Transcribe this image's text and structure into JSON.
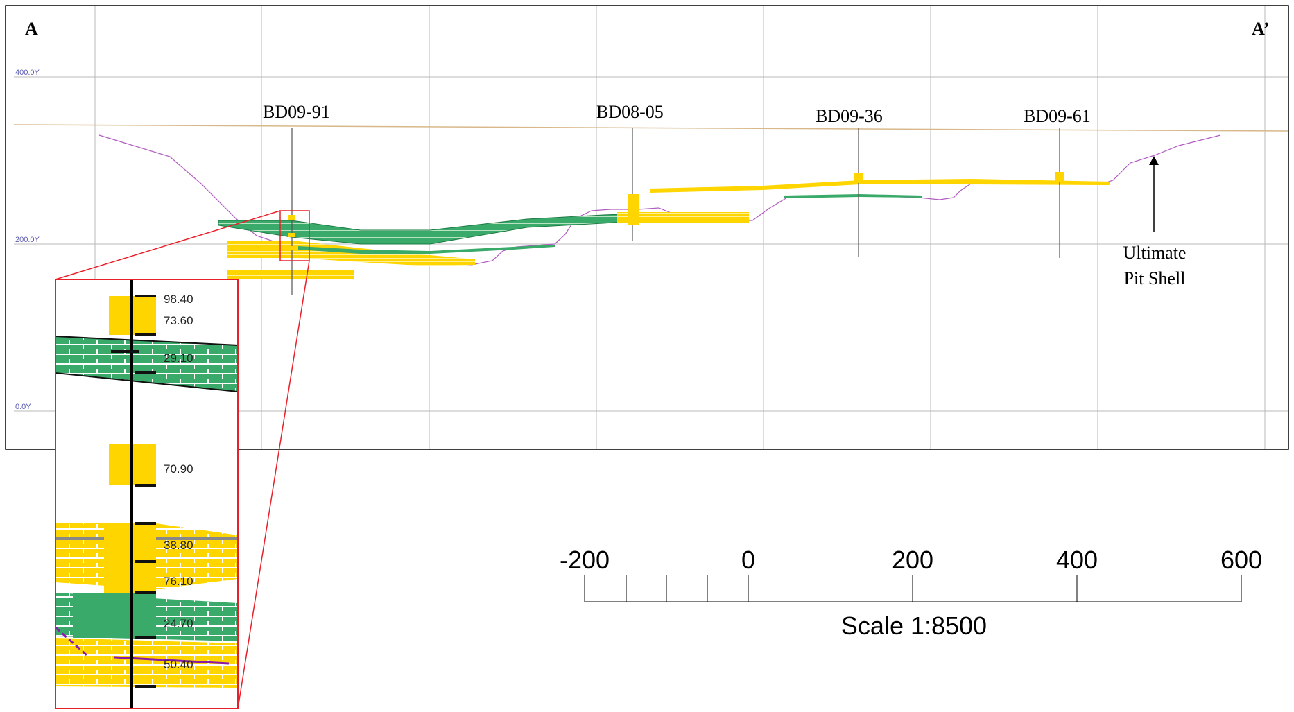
{
  "section": {
    "start_label": "A",
    "end_label": "A’",
    "elevation_labels": [
      "400.0Y",
      "200.0Y",
      "0.0Y"
    ],
    "drillholes": [
      "BD09-91",
      "BD08-05",
      "BD09-36",
      "BD09-61"
    ],
    "pit_shell_label_line1": "Ultimate",
    "pit_shell_label_line2": "Pit Shell"
  },
  "inset": {
    "hole": "BD09-91",
    "intervals": [
      "98.40",
      "73.60",
      "29.10",
      "70.90",
      "38.80",
      "76.10",
      "24.70",
      "50.40"
    ]
  },
  "scale_bar": {
    "ticks": [
      "-200",
      "0",
      "200",
      "400",
      "600"
    ],
    "caption": "Scale 1:8500"
  },
  "colors": {
    "coal_yellow": "#ffd500",
    "parting_green": "#3aaa6a",
    "pit_shell": "#b05cc0",
    "topography": "#d8b88a",
    "zoom_box": "#e8202a",
    "grid": "#b8b8b8",
    "elev_label": "#5a5ab0"
  }
}
